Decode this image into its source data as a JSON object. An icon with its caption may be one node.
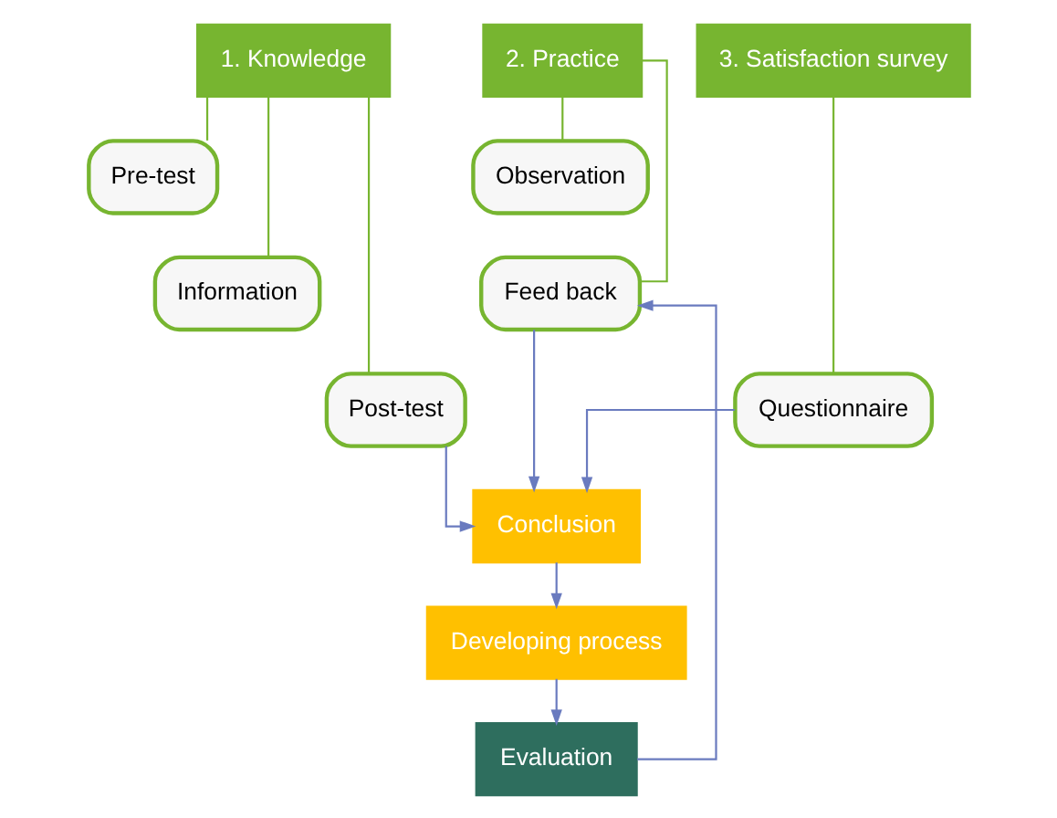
{
  "diagram": {
    "nodes": [
      {
        "text": [
          "1. Knowledge"
        ]
      },
      {
        "text": [
          "Pre-test"
        ]
      },
      {
        "text": [
          "Information"
        ]
      },
      {
        "text": [
          "Post-test"
        ]
      },
      {
        "text": [
          "2. Practice"
        ]
      },
      {
        "text": [
          "Observation"
        ]
      },
      {
        "text": [
          "Feed back"
        ]
      },
      {
        "text": [
          "3. Satisfaction survey"
        ]
      },
      {
        "text": [
          "Questionnaire"
        ]
      },
      {
        "text": [
          "Conclusion"
        ]
      },
      {
        "text": [
          "Developing process"
        ]
      },
      {
        "text": [
          "Evaluation"
        ]
      }
    ],
    "edges": [
      {
        "from": 0,
        "to": 1,
        "arrow": "none",
        "color": "#77b530"
      },
      {
        "from": 0,
        "to": 2,
        "arrow": "none",
        "color": "#77b530"
      },
      {
        "from": 0,
        "to": 3,
        "arrow": "none",
        "color": "#77b530"
      },
      {
        "from": 4,
        "to": 5,
        "arrow": "none",
        "color": "#77b530"
      },
      {
        "from": 4,
        "to": 6,
        "arrow": "none",
        "color": "#77b530"
      },
      {
        "from": 7,
        "to": 8,
        "arrow": "none",
        "color": "#77b530"
      },
      {
        "from": 3,
        "to": 9,
        "arrow": "to",
        "color": "#6a7bbf"
      },
      {
        "from": 6,
        "to": 9,
        "arrow": "to",
        "color": "#6a7bbf"
      },
      {
        "from": 8,
        "to": 9,
        "arrow": "to",
        "color": "#6a7bbf"
      },
      {
        "from": 9,
        "to": 10,
        "arrow": "to",
        "color": "#6a7bbf"
      },
      {
        "from": 10,
        "to": 11,
        "arrow": "to",
        "color": "#6a7bbf"
      },
      {
        "from": 11,
        "to": 6,
        "arrow": "to",
        "color": "#6a7bbf"
      }
    ]
  }
}
